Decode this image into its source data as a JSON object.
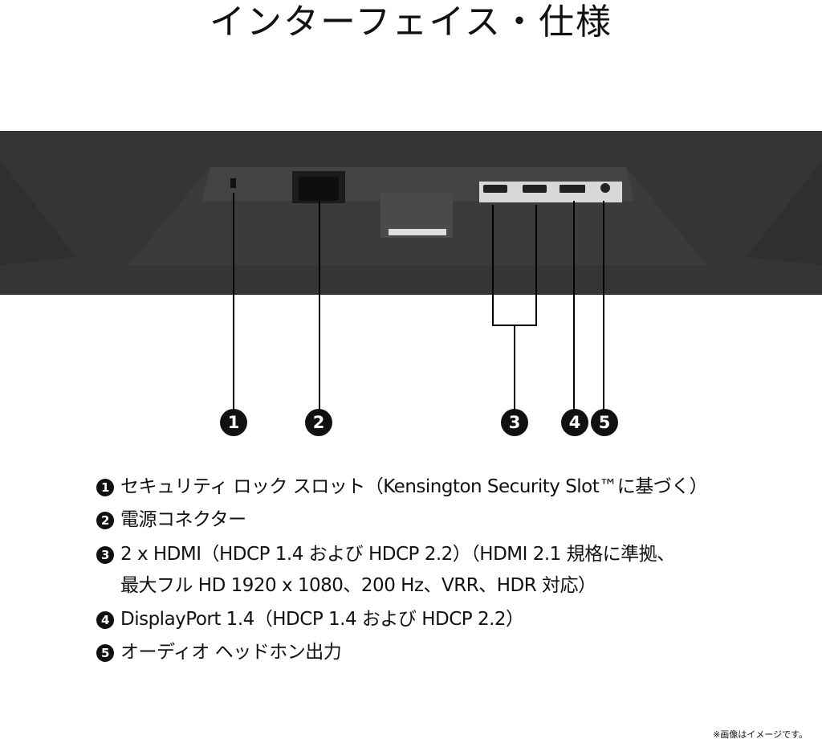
{
  "title": "インターフェイス・仕様",
  "callouts": [
    "1",
    "2",
    "3",
    "4",
    "5"
  ],
  "specs": [
    {
      "num": "1",
      "text": "セキュリティ ロック スロット（Kensington Security Slot™に基づく）"
    },
    {
      "num": "2",
      "text": "電源コネクター"
    },
    {
      "num": "3",
      "text": "2 x HDMI（HDCP 1.4 および HDCP 2.2）（HDMI 2.1 規格に準拠、"
    },
    {
      "num": "",
      "text": "最大フル HD 1920 x 1080、200 Hz、VRR、HDR 対応）"
    },
    {
      "num": "4",
      "text": "DisplayPort 1.4（HDCP 1.4 および HDCP 2.2）"
    },
    {
      "num": "5",
      "text": "オーディオ ヘッドホン出力"
    }
  ],
  "note": "※画像はイメージです。"
}
